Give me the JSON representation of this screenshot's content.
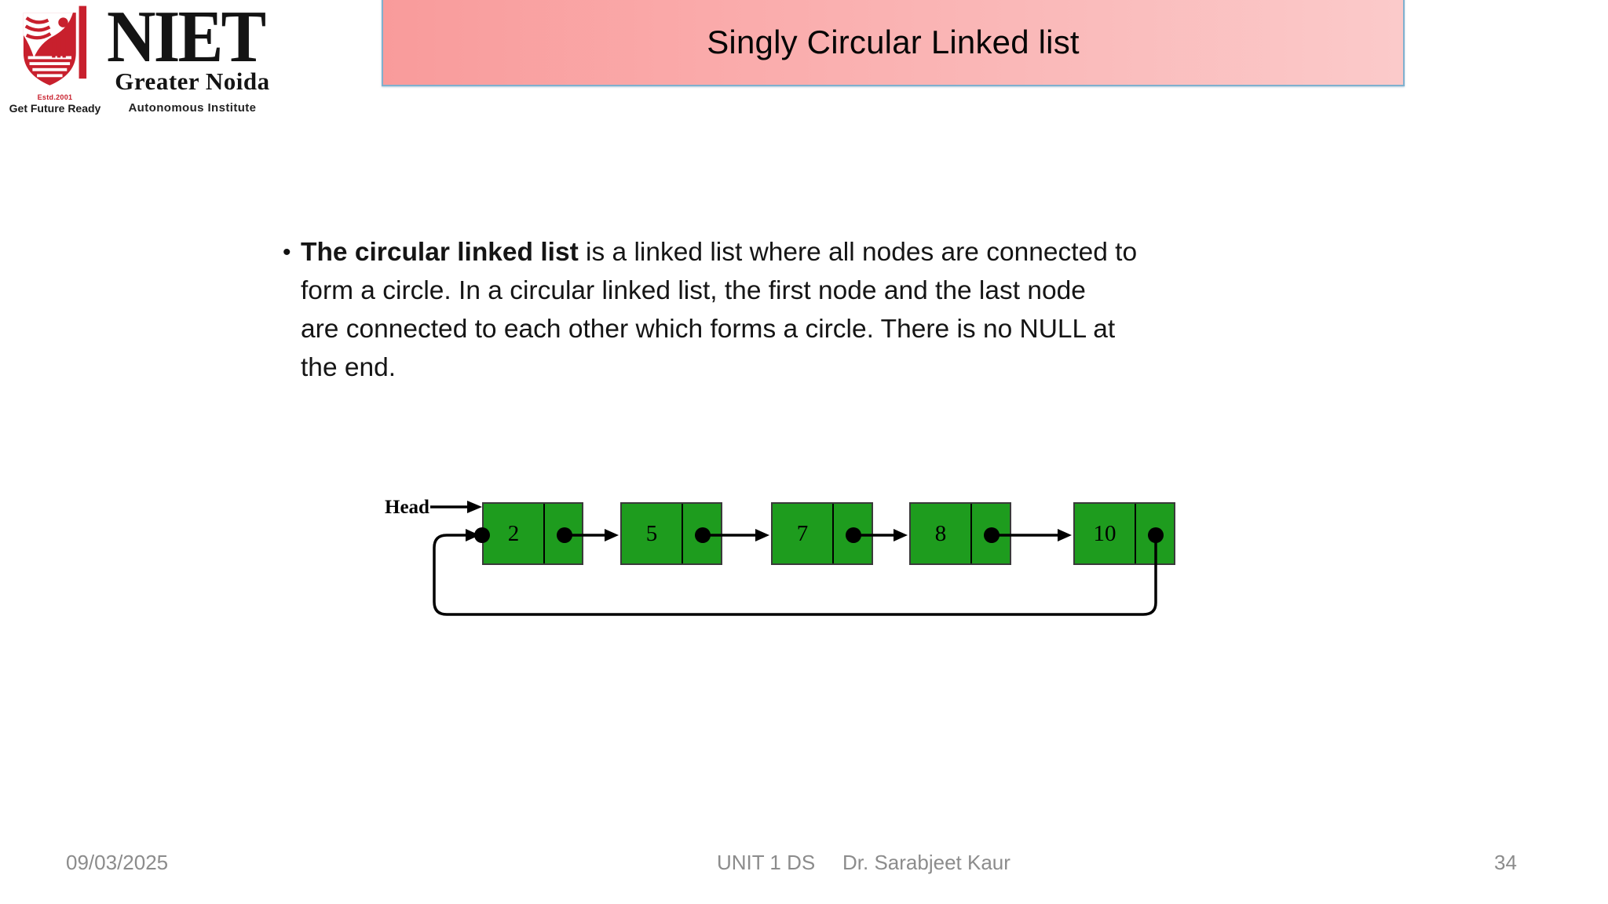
{
  "slide": {
    "title": "Singly Circular Linked list",
    "date": "09/03/2025",
    "course": "UNIT 1 DS",
    "author": "Dr. Sarabjeet Kaur",
    "page_number": "34"
  },
  "logo": {
    "name": "NIET",
    "subtitle": "Greater Noida",
    "tagline": "Autonomous Institute",
    "estd": "Estd.2001",
    "motto": "Get Future Ready",
    "brand_red": "#c8202d"
  },
  "content": {
    "bullet": "•",
    "bold_lead": "The circular linked list",
    "line1_rest": " is a linked list where all nodes are connected to",
    "line2": "form a circle. In a circular linked list, the first node and the last node",
    "line3": "are connected to each other which forms a circle. There is no NULL at",
    "line4": "the end."
  },
  "diagram": {
    "head_label": "Head",
    "node_values": [
      "2",
      "5",
      "7",
      "8",
      "10"
    ],
    "node_fill": "#1e9c1e",
    "description": "singly circular linked list of 5 nodes, last node points back to first"
  },
  "colors": {
    "banner_gradient_left": "#f99b9b",
    "banner_gradient_right": "#fbcaca",
    "banner_border": "#7fb0ce",
    "footer_text": "#8c8c8c"
  }
}
